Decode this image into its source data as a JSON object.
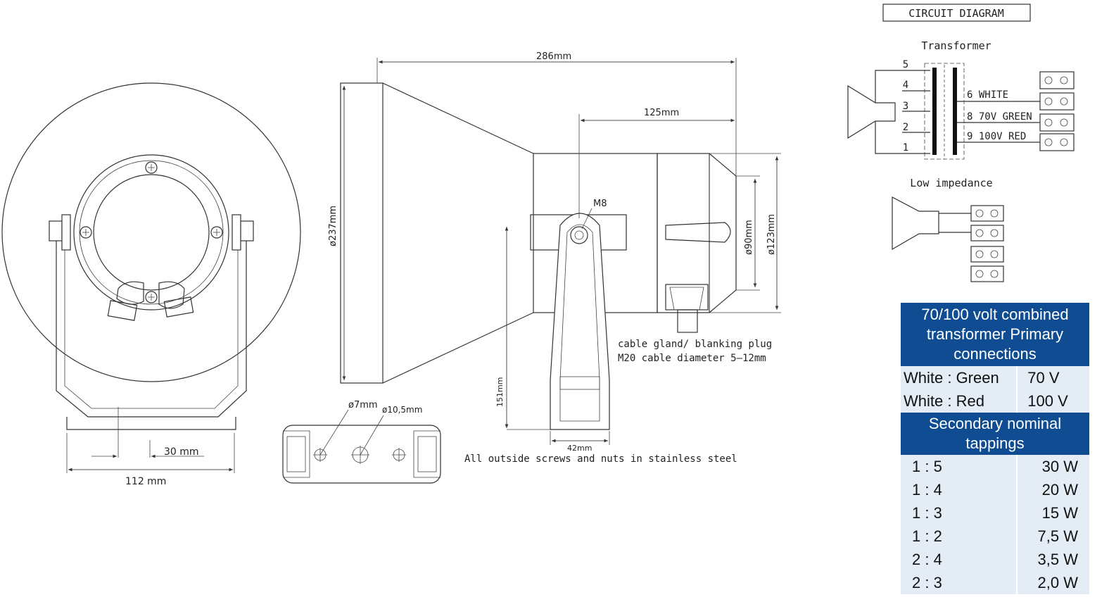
{
  "circuit": {
    "title": "CIRCUIT DIAGRAM",
    "transformer_label": "Transformer",
    "low_impedance_label": "Low impedance",
    "primary_taps": [
      "5",
      "4",
      "3",
      "2",
      "1"
    ],
    "secondary_taps": [
      "6 WHITE",
      "8 70V GREEN",
      "9 100V RED"
    ]
  },
  "dimensions": {
    "length": "286mm",
    "depth": "125mm",
    "mouth_diameter": "ø237mm",
    "rear_diameter": "ø90mm",
    "body_diameter": "ø123mm",
    "bolt": "M8",
    "bracket_height": "151mm",
    "bracket_width": "42mm",
    "foot_offset": "30 mm",
    "foot_width": "112 mm",
    "hole_small": "ø7mm",
    "hole_large": "ø10,5mm"
  },
  "notes": {
    "gland_line1": "cable gland/ blanking plug",
    "gland_line2": "M20 cable diameter 5–12mm",
    "stainless": "All outside screws and nuts in stainless steel"
  },
  "table": {
    "primary_header": "70/100 volt combined transformer Primary connections",
    "primary_rows": [
      {
        "k": "White : Green",
        "v": "70 V"
      },
      {
        "k": "White : Red",
        "v": "100 V"
      }
    ],
    "secondary_header": "Secondary nominal tappings",
    "secondary_rows": [
      {
        "k": "1 : 5",
        "v": "30 W"
      },
      {
        "k": "1 : 4",
        "v": "20 W"
      },
      {
        "k": "1 : 3",
        "v": "15 W"
      },
      {
        "k": "1 : 2",
        "v": "7,5 W"
      },
      {
        "k": "2 : 4",
        "v": "3,5 W"
      },
      {
        "k": "2 : 3",
        "v": "2,0 W"
      }
    ]
  }
}
